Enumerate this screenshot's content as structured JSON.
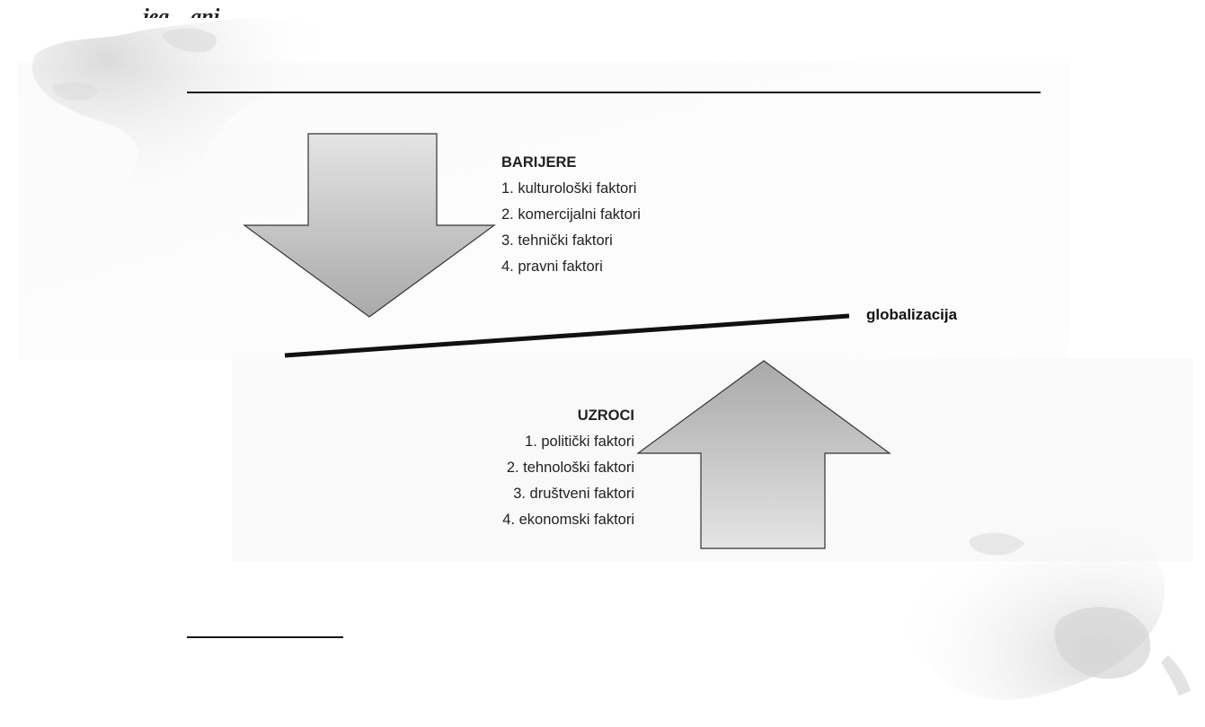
{
  "top_fragment": "…jeg…anj…",
  "globalization_label": "globalizacija",
  "barriers": {
    "heading": "BARIJERE",
    "items": [
      "1. kulturološki faktori",
      "2. komercijalni faktori",
      "3. tehnički faktori",
      "4. pravni faktori"
    ]
  },
  "causes": {
    "heading": "UZROCI",
    "items": [
      "1. politički faktori",
      "2. tehnološki faktori",
      "3. društveni faktori",
      "4. ekonomski faktori"
    ]
  },
  "colors": {
    "arrow_light": "#e6e6e6",
    "arrow_dark": "#a8a8a8",
    "arrow_stroke": "#333333",
    "map_gray": "#d9d9d9",
    "line": "#111111"
  }
}
